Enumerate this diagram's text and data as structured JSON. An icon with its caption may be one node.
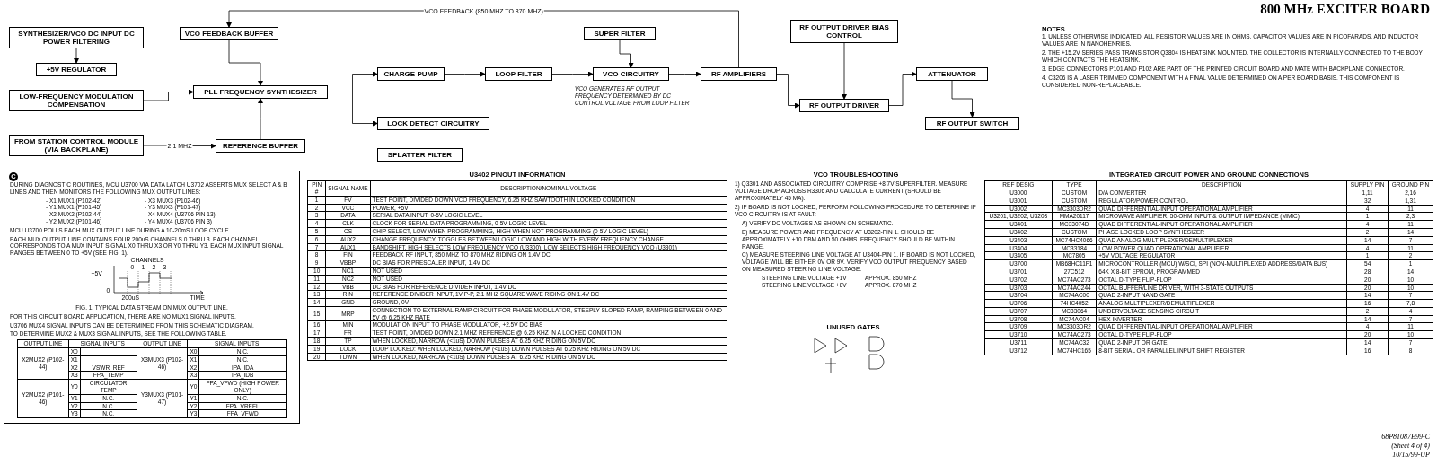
{
  "diagram": {
    "title": "800 MHz EXCITER BOARD",
    "nodes": [
      {
        "text": [
          "SYNTHESIZER/VCO DC INPUT DC POWER FILTERING"
        ]
      },
      {
        "text": [
          "+5V REGULATOR"
        ]
      },
      {
        "text": [
          "LOW-FREQUENCY MODULATION COMPENSATION"
        ]
      },
      {
        "text": [
          "FROM STATION CONTROL MODULE (VIA BACKPLANE)"
        ]
      },
      {
        "text": [
          "VCO FEEDBACK BUFFER"
        ]
      },
      {
        "text": [
          "PLL FREQUENCY SYNTHESIZER"
        ]
      },
      {
        "text": [
          "REFERENCE BUFFER"
        ]
      },
      {
        "text": [
          "CHARGE PUMP"
        ]
      },
      {
        "text": [
          "LOCK DETECT CIRCUITRY"
        ]
      },
      {
        "text": [
          "LOOP FILTER"
        ]
      },
      {
        "text": [
          "SPLATTER FILTER"
        ]
      },
      {
        "text": [
          "SUPER FILTER"
        ]
      },
      {
        "text": [
          "VCO CIRCUITRY"
        ]
      },
      {
        "text": [
          "RF AMPLIFIERS"
        ]
      },
      {
        "text": [
          "RF OUTPUT DRIVER BIAS CONTROL"
        ]
      },
      {
        "text": [
          "RF OUTPUT DRIVER"
        ]
      },
      {
        "text": [
          "ATTENUATOR"
        ]
      },
      {
        "text": [
          "RF OUTPUT SWITCH"
        ]
      }
    ],
    "edges": [
      {
        "from": 0,
        "to": 1,
        "arrow": "to"
      },
      {
        "from": 2,
        "to": 5,
        "arrow": "to"
      },
      {
        "from": 3,
        "to": 6,
        "arrow": "to",
        "label": "2.1 MHZ"
      },
      {
        "from": 4,
        "to": 5,
        "arrow": "to"
      },
      {
        "from": 6,
        "to": 5,
        "arrow": "to"
      },
      {
        "from": 5,
        "to": 7,
        "arrow": "to"
      },
      {
        "from": 5,
        "to": 8,
        "arrow": "to"
      },
      {
        "from": 7,
        "to": 9,
        "arrow": "to"
      },
      {
        "from": 9,
        "to": 12,
        "arrow": "to"
      },
      {
        "from": 11,
        "to": 12,
        "arrow": "to"
      },
      {
        "from": 12,
        "to": 13,
        "arrow": "to"
      },
      {
        "from": 13,
        "to": 15,
        "arrow": "to"
      },
      {
        "from": 14,
        "to": 15,
        "arrow": "to"
      },
      {
        "from": 15,
        "to": 16,
        "arrow": "to"
      },
      {
        "from": 16,
        "to": 17,
        "arrow": "to"
      },
      {
        "from": 13,
        "to": 4,
        "arrow": "to",
        "label": "VCO FEEDBACK (850 MHZ TO 870 MHZ)"
      }
    ],
    "labels": [
      "NOTES",
      "1. UNLESS OTHERWISE INDICATED, ALL RESISTOR VALUES ARE IN OHMS, CAPACITOR VALUES ARE IN PICOFARADS, AND INDUCTOR VALUES ARE IN NANOHENRIES.",
      "2. THE +15.2V SERIES PASS TRANSISTOR Q3804 IS HEATSINK MOUNTED. THE COLLECTOR IS INTERNALLY CONNECTED TO THE BODY WHICH CONTACTS THE HEATSINK.",
      "3. EDGE CONNECTORS P101 AND P102 ARE PART OF THE PRINTED CIRCUIT BOARD AND MATE WITH BACKPLANE CONNECTOR.",
      "4. C3206 IS A LASER TRIMMED COMPONENT WITH A FINAL VALUE DETERMINED ON A PER BOARD BASIS. THIS COMPONENT IS CONSIDERED NON-REPLACEABLE.",
      "VCO GENERATES RF OUTPUT FREQUENCY DETERMINED BY DC CONTROL VOLTAGE FROM LOOP FILTER",
      "C",
      "DURING DIAGNOSTIC ROUTINES, MCU U3700 VIA DATA LATCH U3702 ASSERTS MUX SELECT A & B LINES AND THEN MONITORS THE FOLLOWING MUX OUTPUT LINES:",
      "- X1 MUX1 (P102-42)",
      "- X3 MUX3 (P102-46)",
      "- Y1 MUX1 (P101-45)",
      "- Y3 MUX3 (P101-47)",
      "- X2 MUX2 (P102-44)",
      "- X4 MUX4 (U3706 PIN 13)",
      "- Y2 MUX2 (P101-46)",
      "- Y4 MUX4 (U3706 PIN 3)",
      "MCU U3700 POLLS EACH MUX OUTPUT LINE DURING A 10-20mS LOOP CYCLE.",
      "EACH MUX OUTPUT LINE CONTAINS FOUR 200uS CHANNELS 0 THRU 3. EACH CHANNEL CORRESPONDS TO A MUX INPUT SIGNAL X0 THRU X3 OR Y0 THRU Y3. EACH MUX INPUT SIGNAL RANGES BETWEEN 0 TO +5V (SEE FIG. 1).",
      "CHANNELS",
      "0",
      "1",
      "2",
      "3",
      "+5V",
      "0",
      "200uS",
      "TIME",
      "FIG. 1. TYPICAL DATA STREAM ON MUX OUTPUT LINE.",
      "FOR THIS CIRCUIT BOARD APPLICATION, THERE ARE NO MUX1 SIGNAL INPUTS.",
      "U3706 MUX4 SIGNAL INPUTS CAN BE DETERMINED FROM THIS SCHEMATIC DIAGRAM.",
      "TO DETERMINE MUX2 & MUX3 SIGNAL INPUTS, SEE THE FOLLOWING TABLE.",
      "OUTPUT LINE",
      "SIGNAL INPUTS",
      "OUTPUT LINE",
      "SIGNAL INPUTS",
      "X2MUX2 (P102-44)",
      "X0",
      "X3MUX3 (P102-46)",
      "X0",
      "N.C.",
      "X1",
      "X1",
      "N.C.",
      "X2",
      "VSWR_REF",
      "X2",
      "IPA_IDA",
      "X3",
      "FPA_TEMP",
      "X3",
      "IPA_IDB",
      "Y2MUX2 (P101-46)",
      "Y0",
      "CIRCULATOR TEMP",
      "Y3MUX3 (P101-47)",
      "Y0",
      "FPA_VFWD (HIGH POWER ONLY)",
      "Y1",
      "N.C.",
      "Y1",
      "N.C.",
      "Y2",
      "N.C.",
      "Y2",
      "FPA_VREFL",
      "Y3",
      "N.C.",
      "Y3",
      "FPA_VFWD",
      "U3402 PINOUT INFORMATION",
      "PIN #",
      "SIGNAL NAME",
      "DESCRIPTION/NOMINAL VOLTAGE",
      "1",
      "FV",
      "TEST POINT, DIVIDED DOWN VCO FREQUENCY, 6.25 KHZ SAWTOOTH IN LOCKED CONDITION",
      "2",
      "VCC",
      "POWER, +5V",
      "3",
      "DATA",
      "SERIAL DATA INPUT, 0-5V LOGIC LEVEL",
      "4",
      "CLK",
      "CLOCK FOR SERIAL DATA PROGRAMMING, 0-5V LOGIC LEVEL",
      "5",
      "CS",
      "CHIP SELECT, LOW WHEN PROGRAMMING, HIGH WHEN NOT PROGRAMMING (0-5V LOGIC LEVEL)",
      "6",
      "AUX2",
      "CHANGE FREQUENCY, TOGGLES BETWEEN LOGIC LOW AND HIGH WITH EVERY FREQUENCY CHANGE",
      "7",
      "AUX1",
      "BANDSHIFT, HIGH SELECTS LOW FREQUENCY VCO (U3300), LOW SELECTS HIGH FREQUENCY VCO (U3301)",
      "8",
      "FIN",
      "FEEDBACK RF INPUT, 850 MHZ TO 870 MHZ RIDING ON 1.4V DC",
      "9",
      "VBBP",
      "DC BIAS FOR PRESCALER INPUT, 1.4V DC",
      "10",
      "NC1",
      "NOT USED",
      "11",
      "NC2",
      "NOT USED",
      "12",
      "VBB",
      "DC BIAS FOR REFERENCE DIVIDER INPUT, 1.4V DC",
      "13",
      "RIN",
      "REFERENCE DIVIDER INPUT, 1V P-P, 2.1 MHZ SQUARE WAVE RIDING ON 1.4V DC",
      "14",
      "GND",
      "GROUND, 0V",
      "15",
      "MRP",
      "CONNECTION TO EXTERNAL RAMP CIRCUIT FOR PHASE MODULATOR, STEEPLY SLOPED RAMP, RAMPING BETWEEN 0 AND 5V @ 6.25 KHZ RATE",
      "16",
      "MIN",
      "MODULATION INPUT TO PHASE MODULATOR, +2.5V DC BIAS",
      "17",
      "FR",
      "TEST POINT, DIVIDED DOWN 2.1 MHZ REFERENCE @ 6.25 KHZ IN A LOCKED CONDITION",
      "18",
      "TP",
      "WHEN LOCKED, NARROW (<1uS) DOWN PULSES AT 6.25 KHZ RIDING ON 5V DC",
      "19",
      "LOCK",
      "LOOP LOCKED: WHEN LOCKED, NARROW (<1uS) DOWN PULSES AT 6.25 KHZ RIDING ON 5V DC",
      "20",
      "TDWN",
      "WHEN LOCKED, NARROW (<1uS) DOWN PULSES AT 6.25 KHZ RIDING ON 5V DC",
      "VCO TROUBLESHOOTING",
      "1) Q3301 AND ASSOCIATED CIRCUITRY COMPRISE +8.7V SUPERFILTER. MEASURE VOLTAGE DROP ACROSS R3306 AND CALCULATE CURRENT (SHOULD BE APPROXIMATELY 45 MA).",
      "2) IF BOARD IS NOT LOCKED, PERFORM FOLLOWING PROCEDURE TO DETERMINE IF VCO CIRCUITRY IS AT FAULT:",
      "A) VERIFY DC VOLTAGES AS SHOWN ON SCHEMATIC.",
      "B) MEASURE POWER AND FREQUENCY AT U3202-PIN 1. SHOULD BE APPROXIMATELY +10 DBM AND 50 OHMS. FREQUENCY SHOULD BE WITHIN RANGE.",
      "C) MEASURE STEERING LINE VOLTAGE AT U3404-PIN 1. IF BOARD IS NOT LOCKED, VOLTAGE WILL BE EITHER 0V OR 9V. VERIFY VCO OUTPUT FREQUENCY BASED ON MEASURED STEERING LINE VOLTAGE.",
      "STEERING LINE VOLTAGE +1V",
      "APPROX. 850 MHZ",
      "STEERING LINE VOLTAGE +8V",
      "APPROX. 870 MHZ",
      "UNUSED GATES",
      "INTEGRATED CIRCUIT POWER AND GROUND CONNECTIONS",
      "REF DESIG",
      "TYPE",
      "DESCRIPTION",
      "SUPPLY PIN",
      "GROUND PIN",
      "U3000",
      "CUSTOM",
      "D/A CONVERTER",
      "1,11",
      "2,16",
      "U3001",
      "CUSTOM",
      "REGULATOR/POWER CONTROL",
      "32",
      "1,31",
      "U3002",
      "MC3303DR2",
      "QUAD DIFFERENTIAL-INPUT OPERATIONAL AMPLIFIER",
      "4",
      "11",
      "U3201, U3202, U3203",
      "MMA20117",
      "MICROWAVE AMPLIFIER, 50-OHM INPUT & OUTPUT IMPEDANCE (MMIC)",
      "1",
      "2,3",
      "U3401",
      "MC33074D",
      "QUAD DIFFERENTIAL-INPUT OPERATIONAL AMPLIFIER",
      "4",
      "11",
      "U3402",
      "CUSTOM",
      "PHASE LOCKED LOOP SYNTHESIZER",
      "2",
      "14",
      "U3403",
      "MC74HC4066",
      "QUAD ANALOG MULTIPLEXER/DEMULTIPLEXER",
      "14",
      "7",
      "U3404",
      "MC33184",
      "LOW POWER QUAD OPERATIONAL AMPLIFIER",
      "4",
      "11",
      "U3405",
      "MC7805",
      "+5V VOLTAGE REGULATOR",
      "1",
      "2",
      "U3700",
      "MB68HC11F1",
      "MICROCONTROLLER (MCU) W/SCI, SPI (NON-MULTIPLEXED ADDRESS/DATA BUS)",
      "54",
      "1",
      "U3701",
      "27C512",
      "64K X 8-BIT EPROM, PROGRAMMED",
      "28",
      "14",
      "U3702",
      "MC74AC273",
      "OCTAL D-TYPE FLIP-FLOP",
      "20",
      "10",
      "U3703",
      "MC74AC244",
      "OCTAL BUFFER/LINE DRIVER, WITH 3-STATE OUTPUTS",
      "20",
      "10",
      "U3704",
      "MC74AC00",
      "QUAD 2-INPUT NAND GATE",
      "14",
      "7",
      "U3706",
      "74HC4052",
      "ANALOG MULTIPLEXER/DEMULTIPLEXER",
      "16",
      "7,8",
      "U3707",
      "MC33064",
      "UNDERVOLTAGE SENSING CIRCUIT",
      "2",
      "4",
      "U3708",
      "MC74AC04",
      "HEX INVERTER",
      "14",
      "7",
      "U3709",
      "MC3303DR2",
      "QUAD DIFFERENTIAL-INPUT OPERATIONAL AMPLIFIER",
      "4",
      "11",
      "U3710",
      "MC74AC273",
      "OCTAL D-TYPE FLIP-FLOP",
      "20",
      "10",
      "U3711",
      "MC74AC32",
      "QUAD 2-INPUT OR GATE",
      "14",
      "7",
      "U3712",
      "MC74HC165",
      "8-BIT SERIAL OR PARALLEL INPUT SHIFT REGISTER",
      "16",
      "8",
      "68P81087E99-C",
      "(Sheet 4 of 4)",
      "10/15/99-UP"
    ]
  }
}
